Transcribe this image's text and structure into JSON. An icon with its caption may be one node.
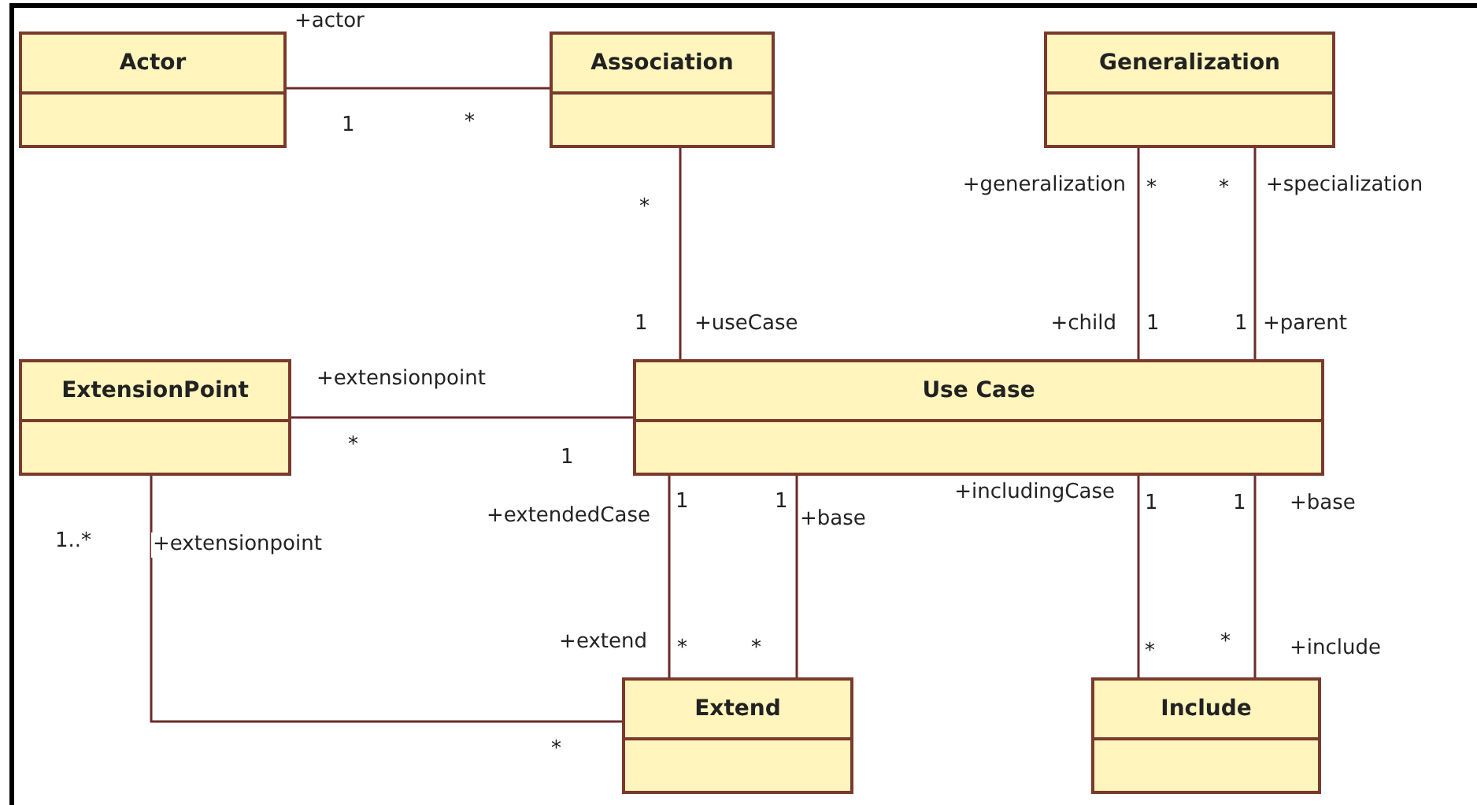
{
  "diagram": {
    "nodes": [
      {
        "text": [
          "Actor"
        ]
      },
      {
        "text": [
          "Association"
        ]
      },
      {
        "text": [
          "Generalization"
        ]
      },
      {
        "text": [
          "ExtensionPoint"
        ]
      },
      {
        "text": [
          "Use Case"
        ]
      },
      {
        "text": [
          "Extend"
        ]
      },
      {
        "text": [
          "Include"
        ]
      }
    ],
    "edges": [
      {
        "from": 0,
        "to": 1,
        "arrow": "none"
      },
      {
        "from": 1,
        "to": 4,
        "arrow": "none"
      },
      {
        "from": 2,
        "to": 4,
        "arrow": "none"
      },
      {
        "from": 2,
        "to": 4,
        "arrow": "none"
      },
      {
        "from": 3,
        "to": 4,
        "arrow": "none"
      },
      {
        "from": 4,
        "to": 5,
        "arrow": "none"
      },
      {
        "from": 4,
        "to": 5,
        "arrow": "none"
      },
      {
        "from": 4,
        "to": 6,
        "arrow": "none"
      },
      {
        "from": 4,
        "to": 6,
        "arrow": "none"
      },
      {
        "from": 3,
        "to": 5,
        "arrow": "none"
      }
    ],
    "labels": [
      "+actor",
      "1",
      "*",
      "*",
      "+generalization",
      "*",
      "*",
      "+specialization",
      "1",
      "+useCase",
      "+child",
      "1",
      "1",
      "+parent",
      "+extensionpoint",
      "*",
      "1",
      "1",
      "1",
      "+includingCase",
      "1",
      "1",
      "+base",
      "1..*",
      "+extensionpoint",
      "+extendedCase",
      "+base",
      "+extend",
      "*",
      "*",
      "*",
      "*",
      "+include",
      "*"
    ]
  }
}
